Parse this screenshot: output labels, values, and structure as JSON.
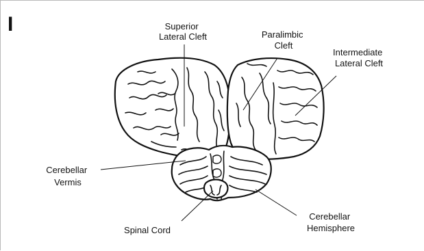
{
  "panel_letter": "I",
  "labels": {
    "superior_lateral_cleft": [
      "Superior",
      "Lateral Cleft"
    ],
    "paralimbic_cleft": [
      "Paralimbic",
      "Cleft"
    ],
    "intermediate_lateral_cleft": [
      "Intermediate",
      "Lateral Cleft"
    ],
    "cerebellar_vermis": [
      "Cerebellar",
      "Vermis"
    ],
    "spinal_cord": [
      "Spinal Cord"
    ],
    "cerebellar_hemisphere": [
      "Cerebellar",
      "Hemisphere"
    ]
  }
}
